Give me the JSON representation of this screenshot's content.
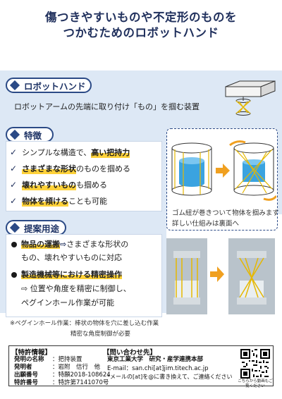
{
  "title": {
    "line1": "傷つきやすいものや不定形のものを",
    "line2": "つかむためのロボットハンド"
  },
  "robot_hand": {
    "heading": "ロボットハンド",
    "description": "ロボットアームの先端に取り付け「もの」を掴む装置"
  },
  "features": {
    "heading": "特徴",
    "items": [
      {
        "prefix": "シンプルな構造で、",
        "highlight": "高い把持力",
        "suffix": ""
      },
      {
        "prefix": "",
        "highlight": "さまざまな形状",
        "suffix": "のものを掴める"
      },
      {
        "prefix": "",
        "highlight": "壊れやすいもの",
        "suffix": "も掴める"
      },
      {
        "prefix": "",
        "highlight": "物体を傾ける",
        "suffix": "ことも可能"
      }
    ],
    "check_symbol": "✓",
    "caption_line1": "ゴム紐が巻きついて物体を掴みます",
    "caption_line2": "詳しい仕組みは裏面へ"
  },
  "applications": {
    "heading": "提案用途",
    "item1": {
      "highlight": "物品の運搬",
      "arrow": "⇨",
      "line1_rest": "さまざまな形状の",
      "line2": "もの、壊れやすいものに対応"
    },
    "item2": {
      "highlight": "製造機械等における精密操作",
      "line1": "⇨ 位置や角度を精密に制御し、",
      "line2": "ペグインホール作業が可能"
    },
    "note_line1": "※ペグインホール作業：棒状の物体を穴に差し込む作業",
    "note_line2": "精密な角度制御が必要"
  },
  "patent": {
    "heading": "【特許情報】",
    "rows": [
      {
        "key": "発明の名称",
        "value": "：把持装置"
      },
      {
        "key": "発明者",
        "value": "：岩附　信行　他"
      },
      {
        "key": "出願番号",
        "value": "：特願2018-108624"
      },
      {
        "key": "特許番号",
        "value": "：特許第7141070号"
      }
    ]
  },
  "contact": {
    "heading": "【問い合わせ先】",
    "org": "東京工業大学　研究・産学連携本部",
    "email": "E-mail：san.chi[at]jim.titech.ac.jp",
    "note": "*メールの[at]を@に書き換えて、ご連絡ください"
  },
  "qr": {
    "caption": "こちらから動画もご覧ください"
  },
  "colors": {
    "navy": "#2b4a86",
    "panel_blue": "#dde8f5",
    "highlight_yellow": "#ffd23a",
    "arrow_orange": "#f0a020"
  }
}
